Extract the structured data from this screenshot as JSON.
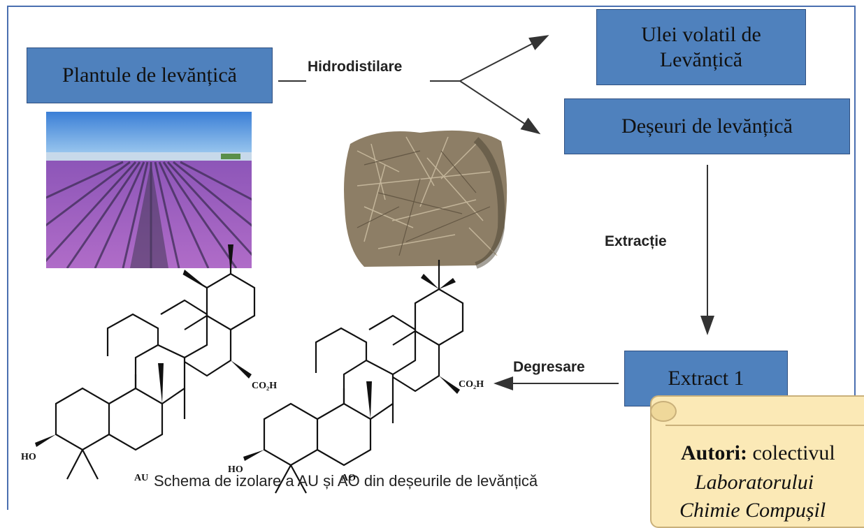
{
  "boxes": {
    "plantule": "Plantule de levănțică",
    "ulei_line1": "Ulei volatil de",
    "ulei_line2": "Levănțică",
    "deseuri": "Deșeuri de levănțică",
    "extract": "Extract 1"
  },
  "steps": {
    "hidrodistilare": "Hidrodistilare",
    "extractie": "Extracție",
    "degresare": "Degresare"
  },
  "molecules": {
    "au": {
      "label": "AU",
      "acid": "CO₂H",
      "hydroxyl": "HO"
    },
    "ao": {
      "label": "AO",
      "acid": "CO₂H",
      "hydroxyl": "HO"
    }
  },
  "caption": "Schema de izolare a AU și AO din deșeurile de levănțică",
  "authors": {
    "prefix": "Autori:",
    "text": "colectivul",
    "line2": "Laboratorului",
    "line3": "Chimie Compușil"
  },
  "colors": {
    "box": "#4f81bd",
    "scroll": "#fbe9b6"
  }
}
